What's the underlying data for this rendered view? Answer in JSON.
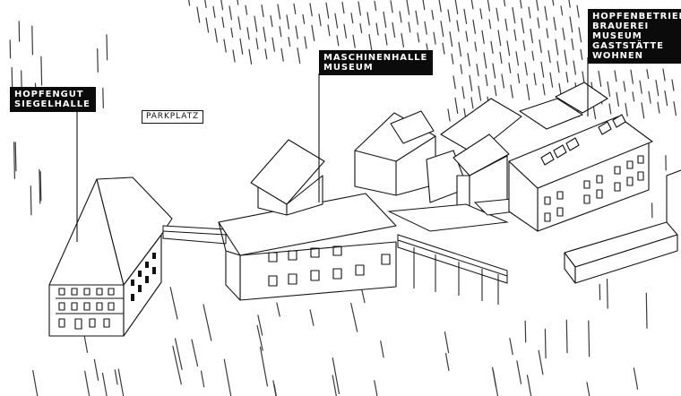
{
  "labels": {
    "hopfengut": {
      "line1": "HOPFENGUT",
      "line2": "SIEGELHALLE"
    },
    "maschinenhalle": {
      "line1": "MASCHINENHALLE",
      "line2": "MUSEUM"
    },
    "hopfenbetrieb": {
      "line1": "HOPFENBETRIEB",
      "line2": "BRAUEREI",
      "line3": "MUSEUM",
      "line4": "GASTSTÄTTE",
      "line5": "WOHNEN"
    },
    "parkplatz": {
      "text": "PARKPLATZ"
    }
  },
  "colors": {
    "ink": "#111111",
    "label_bg": "#0b0b0b",
    "label_text": "#ffffff",
    "paper": "#ffffff",
    "hatch": "#3a3a3a"
  }
}
